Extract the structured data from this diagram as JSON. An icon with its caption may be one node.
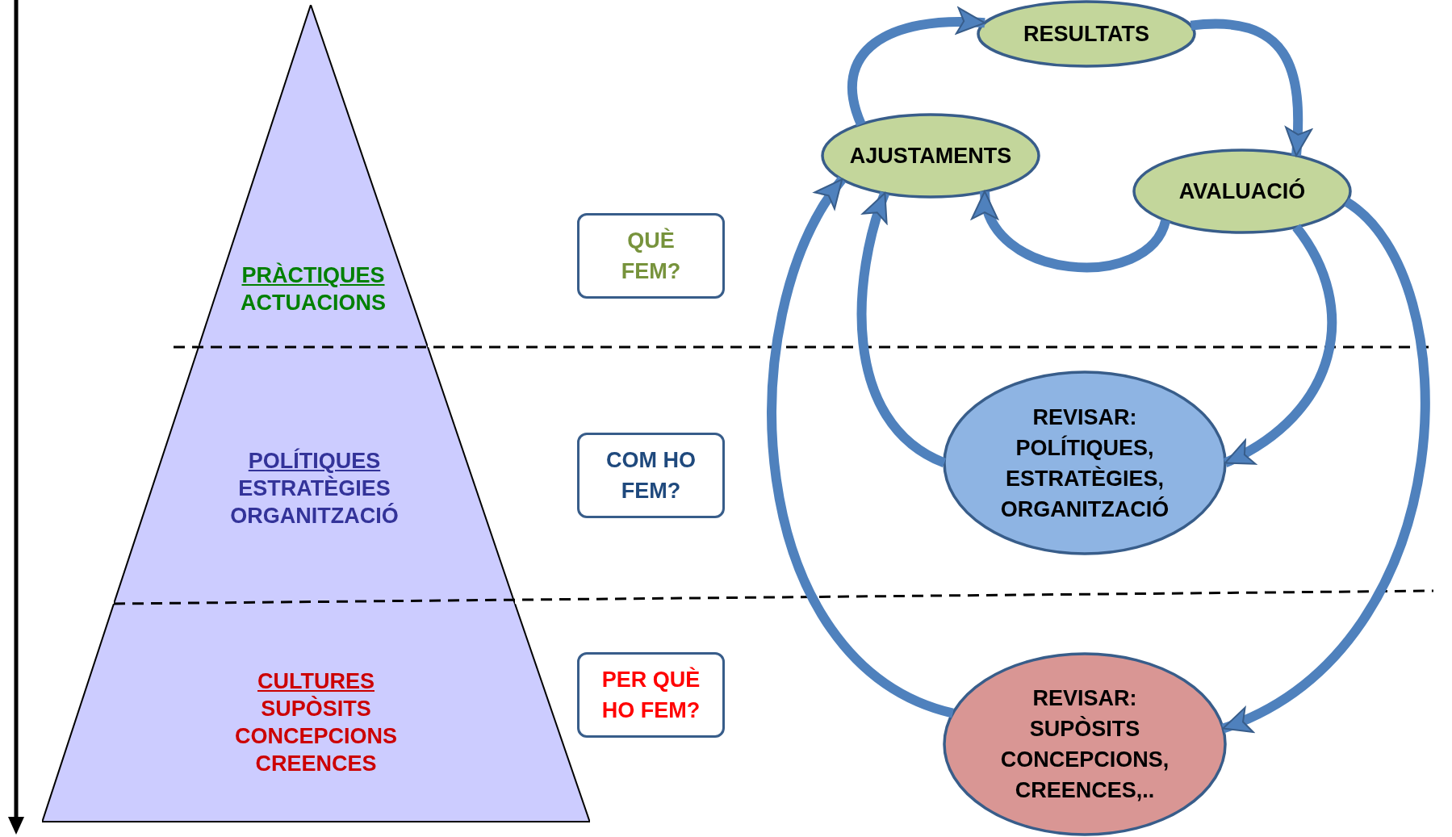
{
  "diagram": {
    "nodes": [
      {
        "text": [
          "PRÀCTIQUES",
          "ACTUACIONS"
        ]
      },
      {
        "text": [
          "POLÍTIQUES",
          "ESTRATÈGIES",
          "ORGANITZACIÓ"
        ]
      },
      {
        "text": [
          "CULTURES",
          "SUPÒSITS",
          "CONCEPCIONS",
          "CREENCES"
        ]
      },
      {
        "text": [
          "QUÈ FEM?"
        ]
      },
      {
        "text": [
          "COM HO FEM?"
        ]
      },
      {
        "text": [
          "PER QUÈ HO FEM?"
        ]
      },
      {
        "text": [
          "RESULTATS"
        ]
      },
      {
        "text": [
          "AJUSTAMENTS"
        ]
      },
      {
        "text": [
          "AVALUACIÓ"
        ]
      },
      {
        "text": [
          "REVISAR:",
          "POLÍTIQUES, ESTRATÈGIES, ORGANITZACIÓ"
        ]
      },
      {
        "text": [
          "REVISAR:",
          "SUPÒSITS CONCEPCIONS, CREENCES,.."
        ]
      }
    ],
    "edges": [
      {
        "from": 7,
        "to": 6,
        "arrow": "to"
      },
      {
        "from": 6,
        "to": 8,
        "arrow": "to"
      },
      {
        "from": 8,
        "to": 7,
        "arrow": "to"
      },
      {
        "from": 8,
        "to": 9,
        "arrow": "to"
      },
      {
        "from": 9,
        "to": 7,
        "arrow": "to"
      },
      {
        "from": 8,
        "to": 10,
        "arrow": "to"
      },
      {
        "from": 10,
        "to": 7,
        "arrow": "to"
      }
    ]
  }
}
